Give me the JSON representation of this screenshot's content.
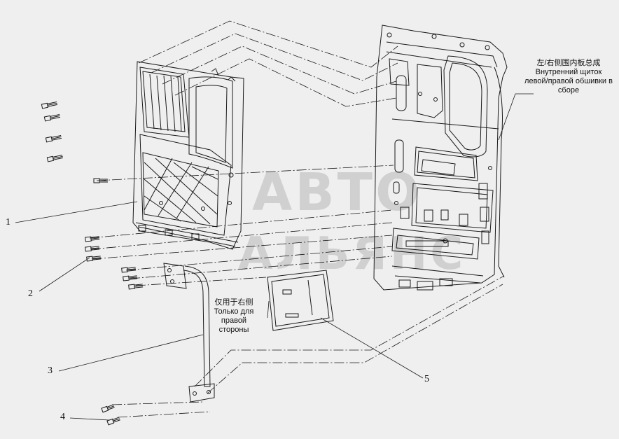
{
  "callouts": [
    {
      "id": "1",
      "label": "1"
    },
    {
      "id": "2",
      "label": "2"
    },
    {
      "id": "3",
      "label": "3"
    },
    {
      "id": "4",
      "label": "4"
    },
    {
      "id": "5",
      "label": "5"
    }
  ],
  "notes": {
    "assembly_cn": "左/右侧围内板总成",
    "assembly_ru_1": "Внутренний щиток",
    "assembly_ru_2": "левой/правой обшивки в",
    "assembly_ru_3": "сборе",
    "right_only_cn": "仅用于右侧",
    "right_only_ru_1": "Только для",
    "right_only_ru_2": "правой",
    "right_only_ru_3": "стороны"
  },
  "watermark": {
    "line1": "АВТО",
    "line2": "АЛЬЯНС"
  },
  "colors": {
    "background": "#efefef",
    "line": "#1a1a1a",
    "watermark": "#000000"
  }
}
